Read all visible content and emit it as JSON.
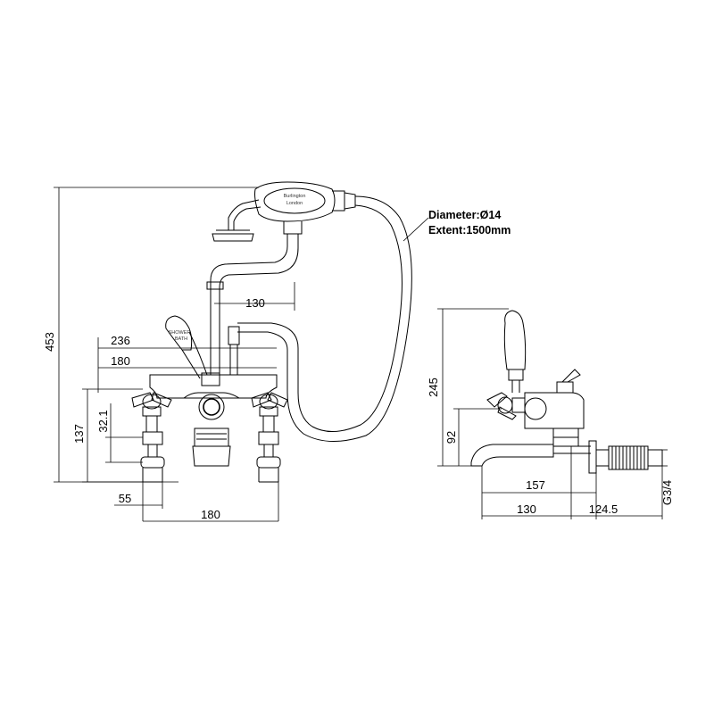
{
  "hose_note": {
    "diameter": "Diameter:Ø14",
    "extent": "Extent:1500mm"
  },
  "handset_brand": {
    "line1": "Burlington",
    "line2": "London"
  },
  "lever_marking": {
    "line1": "SHOWER",
    "line2": "BATH"
  },
  "front_view_dims": {
    "overall_height": "453",
    "handset_offset": "130",
    "outer_width": "236",
    "wall_centres_top": "180",
    "body_height": "137",
    "inlet_drop": "32.1",
    "inlet_width": "55",
    "wall_centres_bottom": "180"
  },
  "side_view_dims": {
    "height_to_lever": "245",
    "spout_height": "92",
    "spout_reach": "157",
    "body_to_wall": "130",
    "tail_length": "124.5",
    "thread": "G3/4"
  }
}
